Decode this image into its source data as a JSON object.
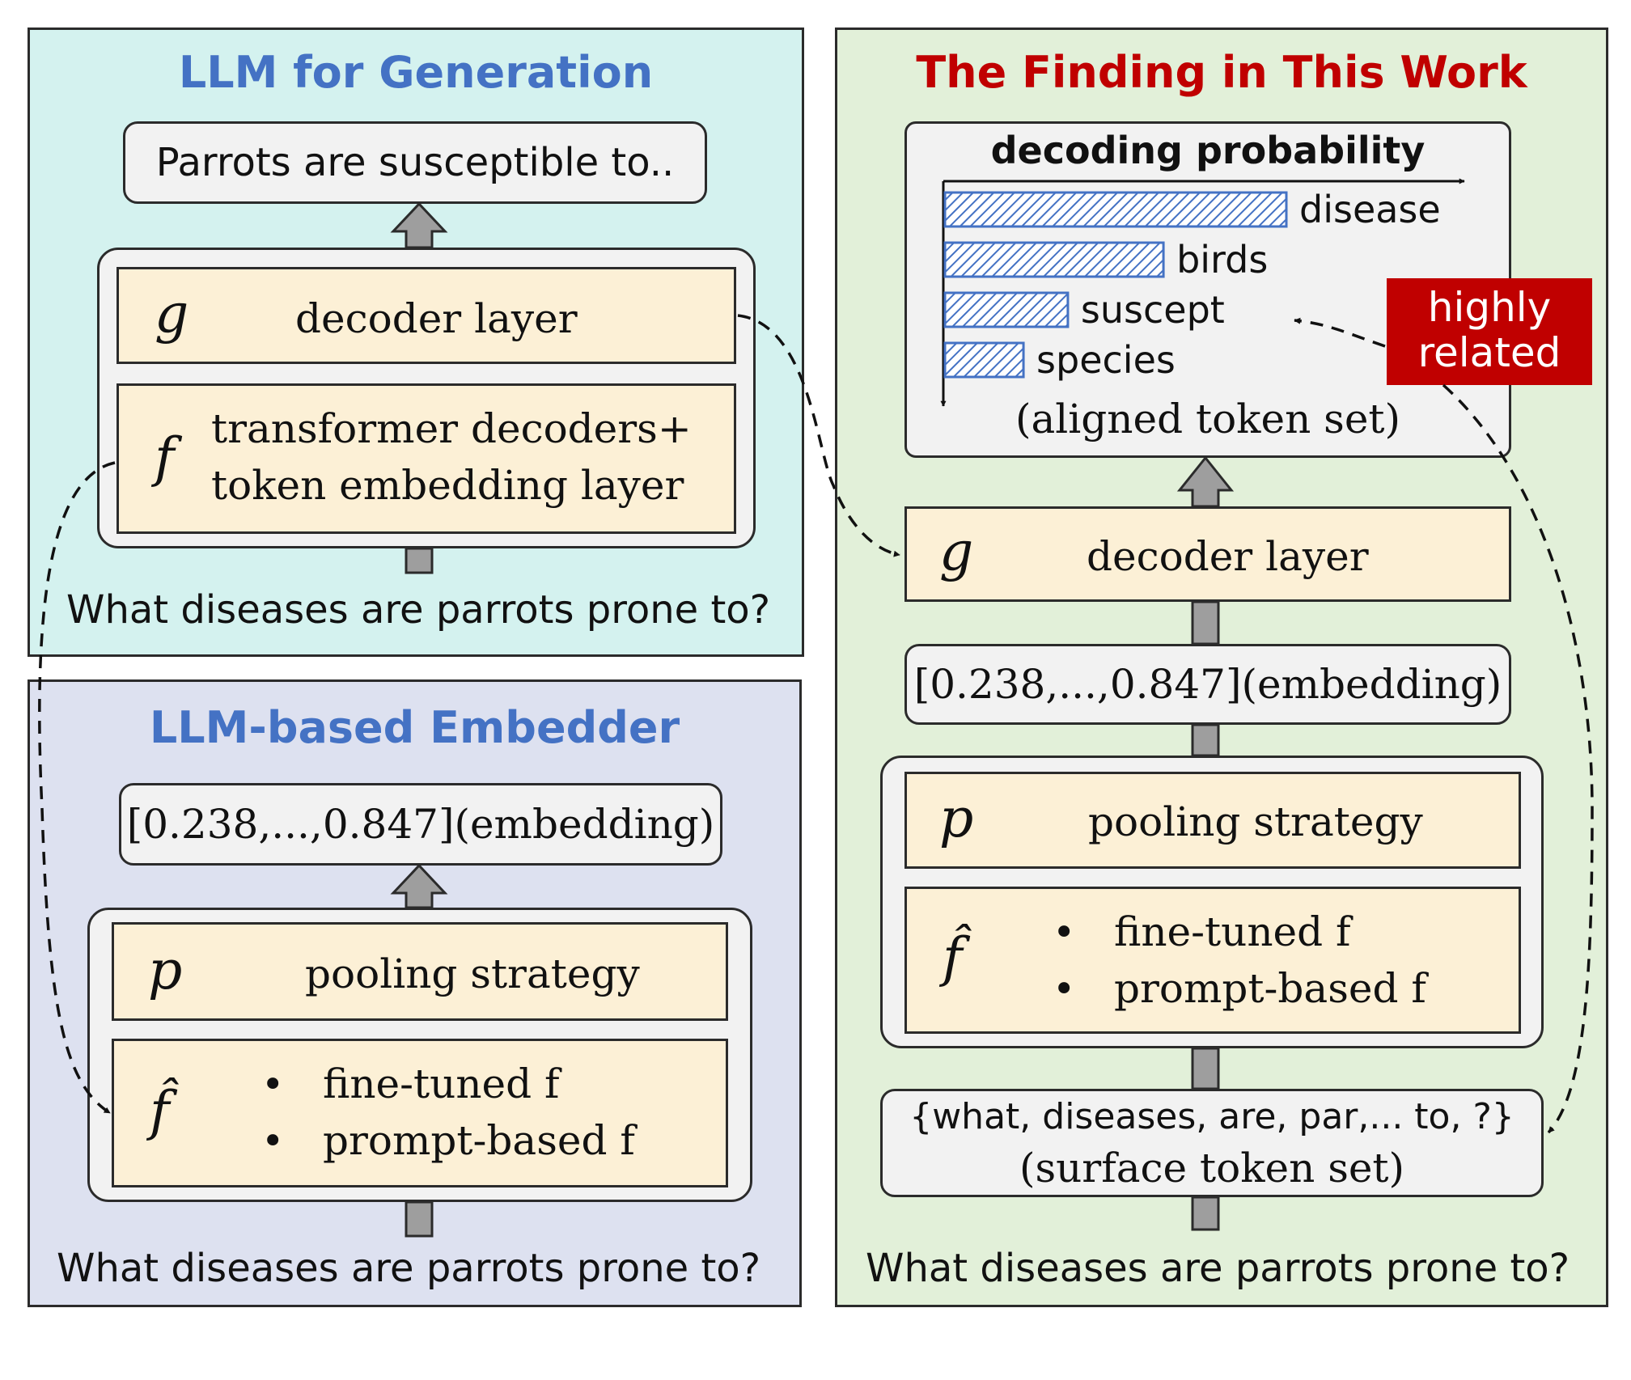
{
  "panels": {
    "gen": {
      "title": "LLM for Generation",
      "title_color": "#4472c4",
      "bg": "#d4f2ef",
      "output": "Parrots are susceptible to..",
      "g_symbol": "g",
      "g_label": "decoder layer",
      "f_symbol": "f",
      "f_line1": "transformer decoders+",
      "f_line2": "token embedding layer",
      "question": "What diseases are parrots prone to?"
    },
    "emb": {
      "title": "LLM-based Embedder",
      "title_color": "#4472c4",
      "bg": "#dde1f0",
      "output": "[0.238,...,0.847](embedding)",
      "p_symbol": "p",
      "p_label": "pooling strategy",
      "fhat_symbol": "f̂",
      "bullet": "•",
      "item1": "fine-tuned f",
      "item2": "prompt-based f",
      "question": "What diseases are parrots prone to?"
    },
    "find": {
      "title": "The Finding in This Work",
      "title_color": "#c00000",
      "bg": "#e2f0d9",
      "prob_title": "decoding probability",
      "tokens": [
        "disease",
        "birds",
        "suscept",
        "species"
      ],
      "token_probs": [
        1.0,
        0.64,
        0.36,
        0.23
      ],
      "aligned_label": "(aligned token set)",
      "badge_line1": "highly",
      "badge_line2": "related",
      "badge_color": "#c00000",
      "g_symbol": "g",
      "g_label": "decoder layer",
      "embedding": "[0.238,...,0.847](embedding)",
      "p_symbol": "p",
      "p_label": "pooling strategy",
      "fhat_symbol": "f̂",
      "bullet": "•",
      "item1": "fine-tuned f",
      "item2": "prompt-based f",
      "surface_line1": "{what, diseases, are, par,... to, ?}",
      "surface_line2": "(surface token set)",
      "question": "What diseases are parrots prone to?"
    }
  },
  "colors": {
    "bar_stroke": "#4472c4",
    "arrow_fill": "#9e9e9e"
  }
}
